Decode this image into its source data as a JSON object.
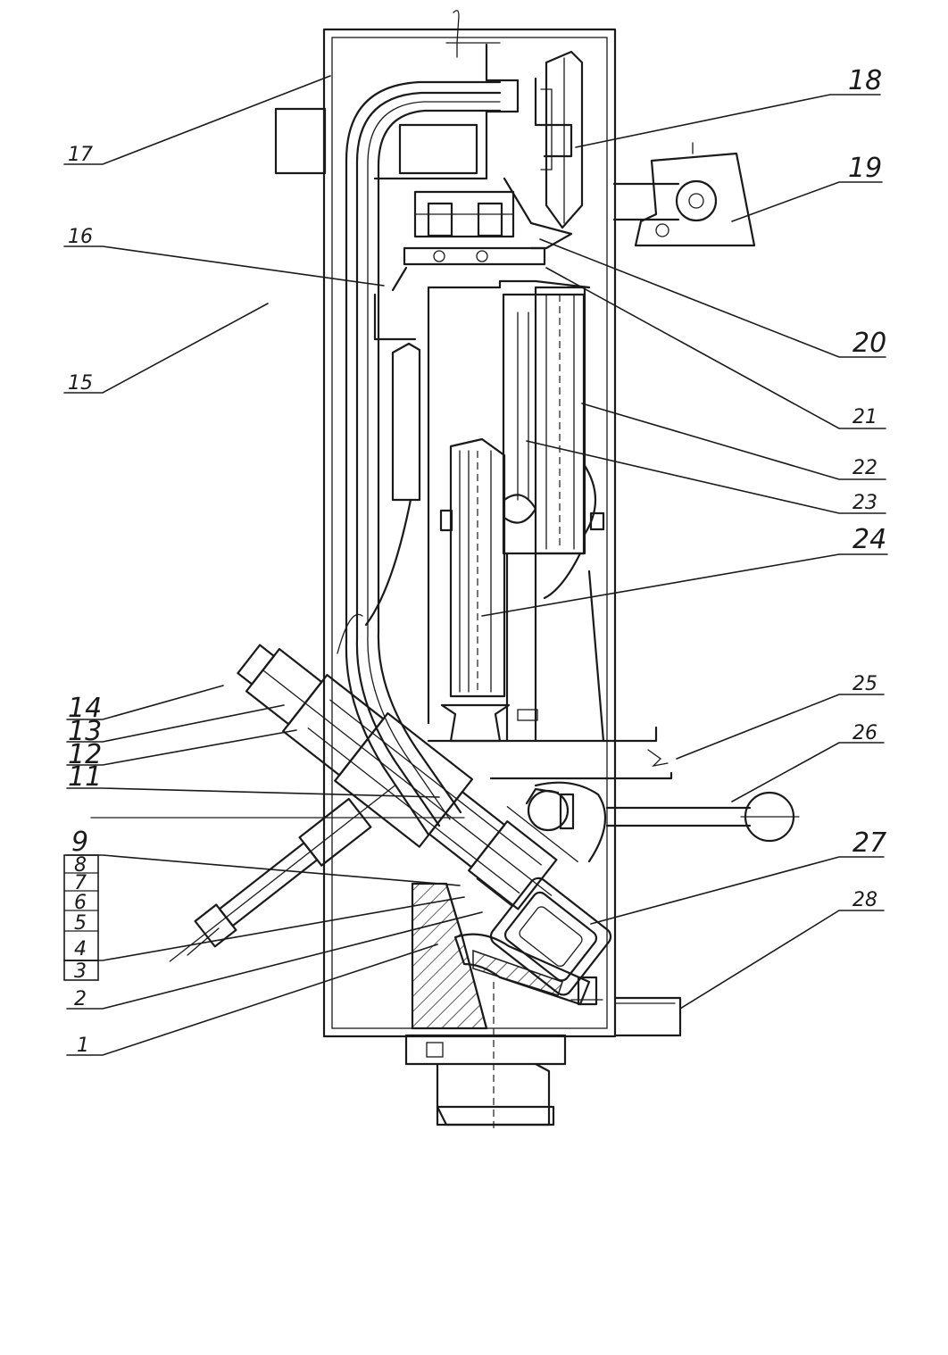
{
  "diagram": {
    "labels": {
      "l1": "1",
      "l2": "2",
      "l3": "3",
      "l4": "4",
      "l5": "5",
      "l6": "6",
      "l7": "7",
      "l8": "8",
      "l9": "9",
      "l11": "11",
      "l12": "12",
      "l13": "13",
      "l14": "14",
      "l15": "15",
      "l16": "16",
      "l17": "17",
      "l18": "18",
      "l19": "19",
      "l20": "20",
      "l21": "21",
      "l22": "22",
      "l23": "23",
      "l24": "24",
      "l25": "25",
      "l26": "26",
      "l27": "27",
      "l28": "28"
    }
  }
}
